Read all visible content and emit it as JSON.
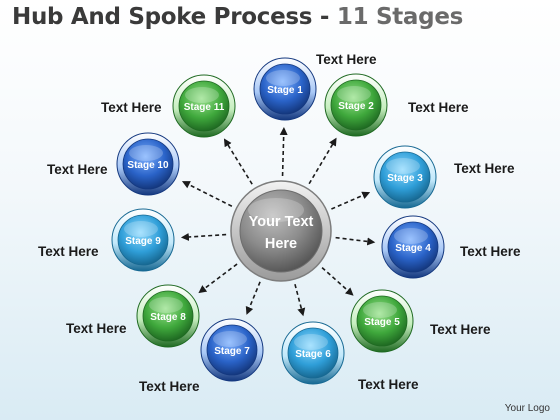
{
  "title": {
    "main": "Hub And Spoke Process",
    "separator": "-",
    "accent": "11 Stages"
  },
  "hub": {
    "line1": "Your Text",
    "line2": "Here"
  },
  "stages": [
    {
      "label": "Stage 1",
      "caption": "Text Here",
      "color": "blue"
    },
    {
      "label": "Stage 2",
      "caption": "Text Here",
      "color": "green"
    },
    {
      "label": "Stage 3",
      "caption": "Text Here",
      "color": "lightblue"
    },
    {
      "label": "Stage 4",
      "caption": "Text Here",
      "color": "blue"
    },
    {
      "label": "Stage 5",
      "caption": "Text Here",
      "color": "green"
    },
    {
      "label": "Stage 6",
      "caption": "Text Here",
      "color": "lightblue"
    },
    {
      "label": "Stage 7",
      "caption": "Text Here",
      "color": "blue"
    },
    {
      "label": "Stage 8",
      "caption": "Text Here",
      "color": "green"
    },
    {
      "label": "Stage 9",
      "caption": "Text Here",
      "color": "lightblue"
    },
    {
      "label": "Stage 10",
      "caption": "Text Here",
      "color": "blue"
    },
    {
      "label": "Stage 11",
      "caption": "Text Here",
      "color": "green"
    }
  ],
  "colors": {
    "blue": "#2a63c8",
    "green": "#3fa83c",
    "lightblue": "#2f9ed8",
    "hub": "#8a8a8a"
  },
  "logo": "Your Logo"
}
